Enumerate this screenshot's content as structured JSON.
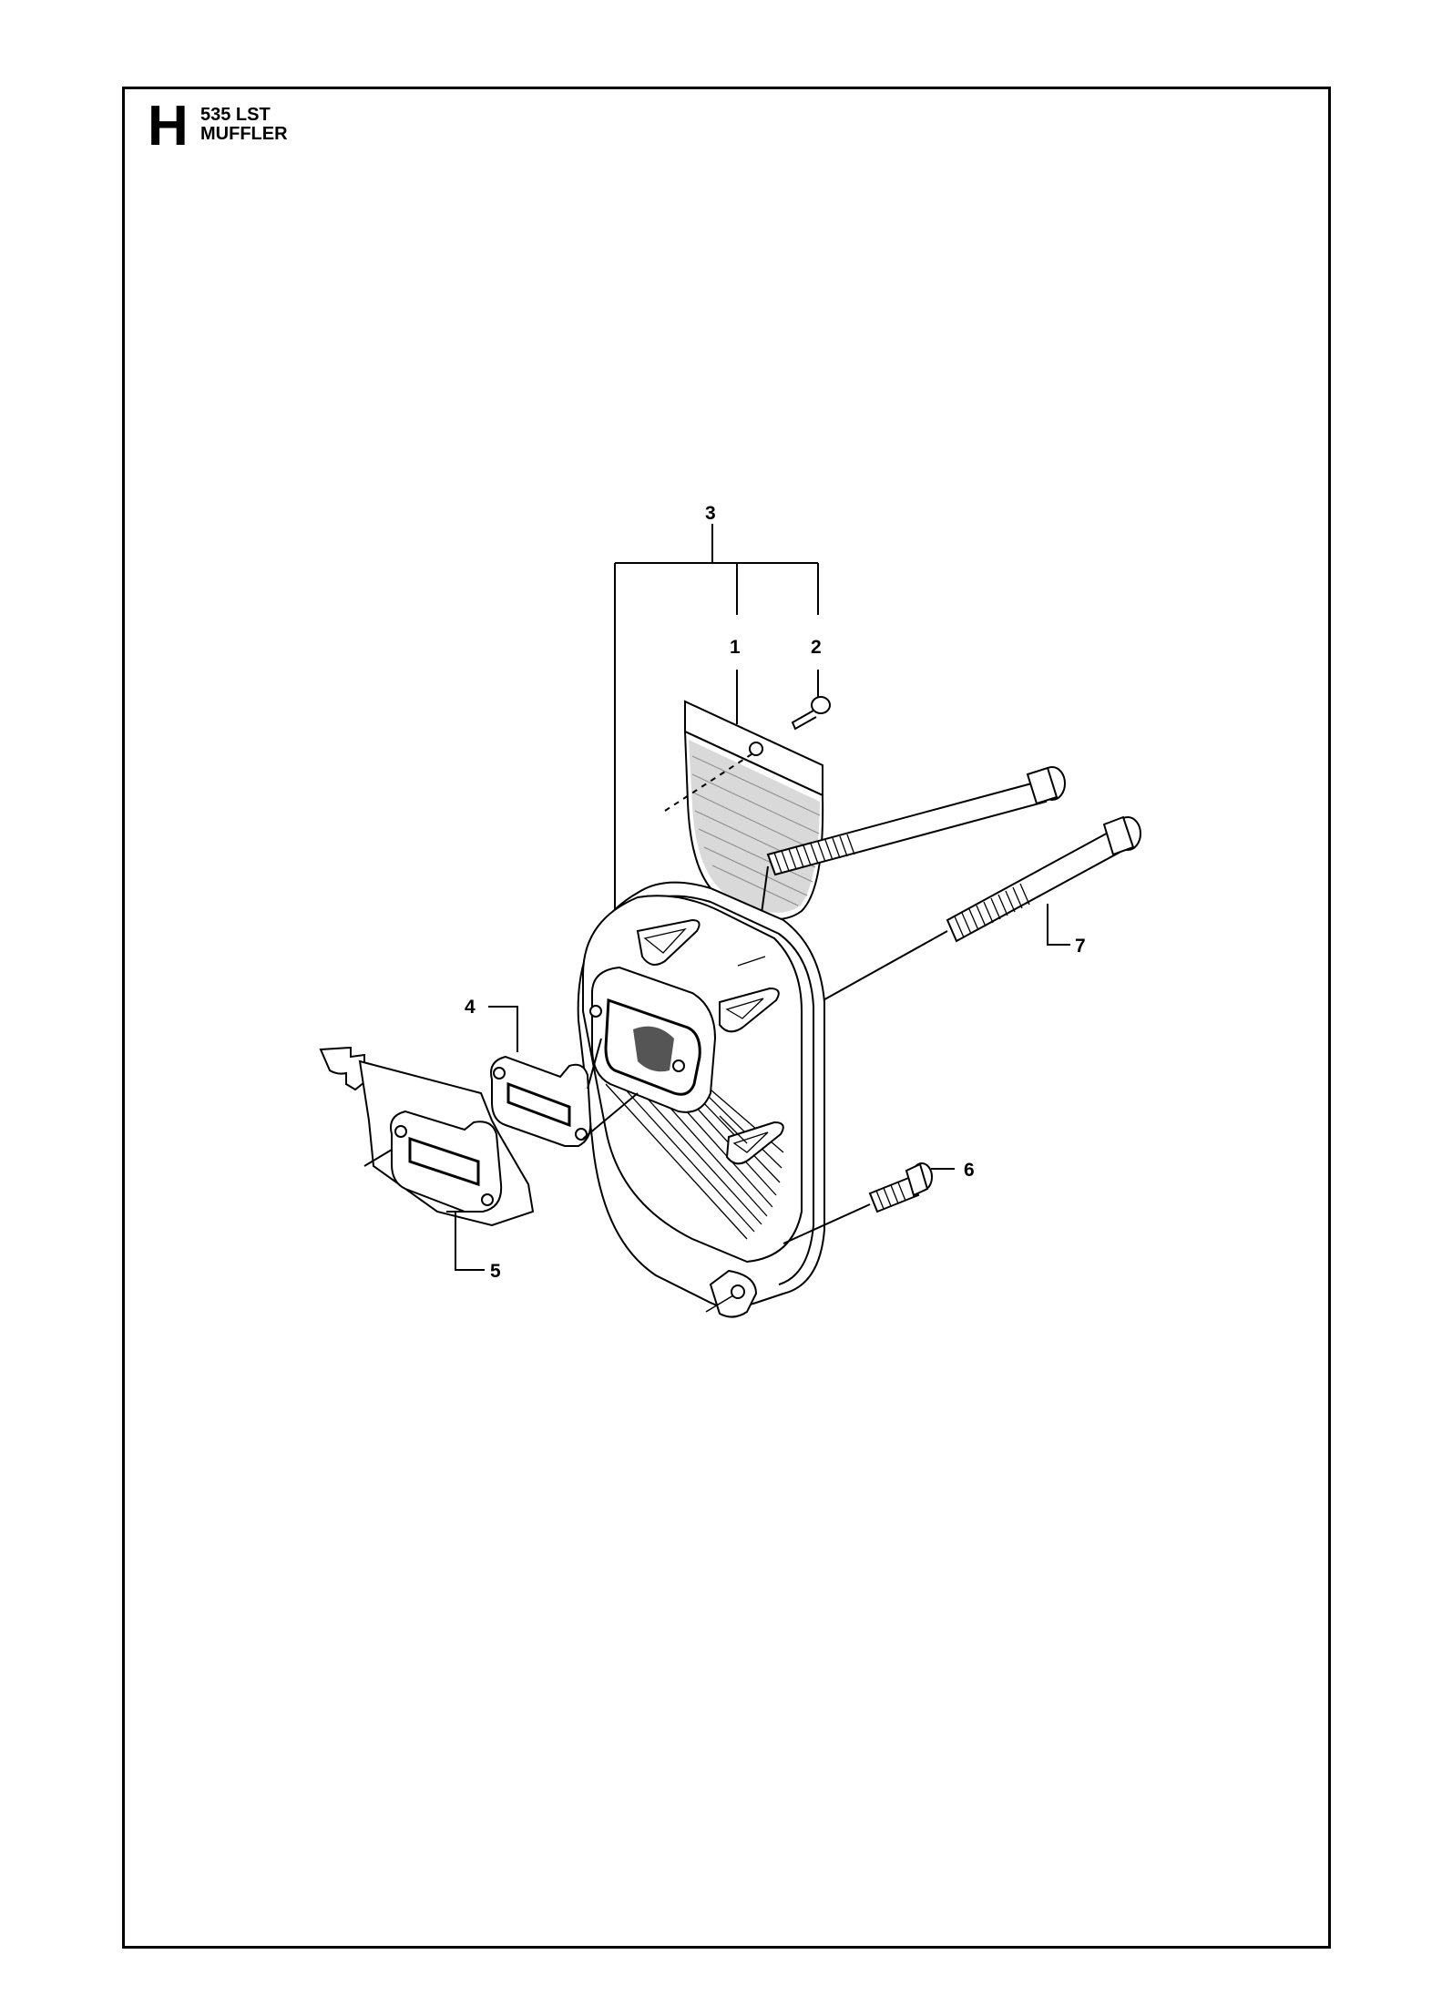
{
  "header": {
    "section_letter": "H",
    "model": "535 LST",
    "title": "MUFFLER"
  },
  "callouts": [
    "1",
    "2",
    "3",
    "4",
    "5",
    "6",
    "7"
  ]
}
